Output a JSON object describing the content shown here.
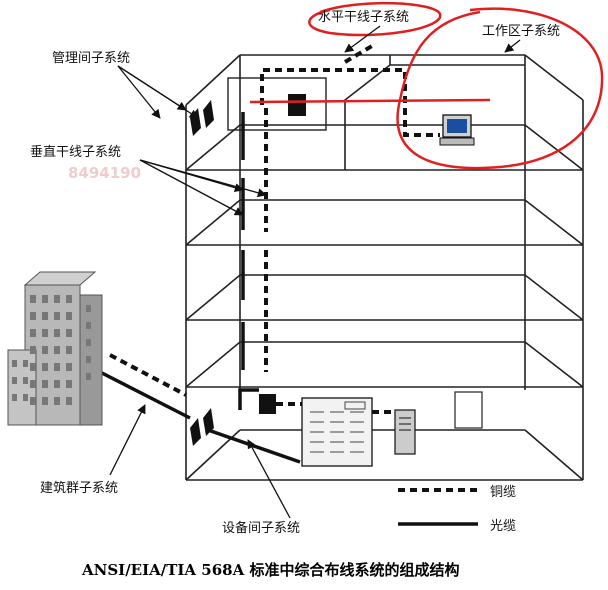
{
  "labels": {
    "horizontal": "水平干线子系统",
    "workarea": "工作区子系统",
    "telecom_room": "管理间子系统",
    "vertical": "垂直干线子系统",
    "campus": "建筑群子系统",
    "equipment_room": "设备间子系统"
  },
  "legend": {
    "copper": "铜缆",
    "fiber": "光缆"
  },
  "caption": "ANSI/EIA/TIA 568A 标准中综合布线系统的组成结构",
  "watermark": "8494190",
  "colors": {
    "annotation": "#e02020",
    "line": "#222222"
  }
}
